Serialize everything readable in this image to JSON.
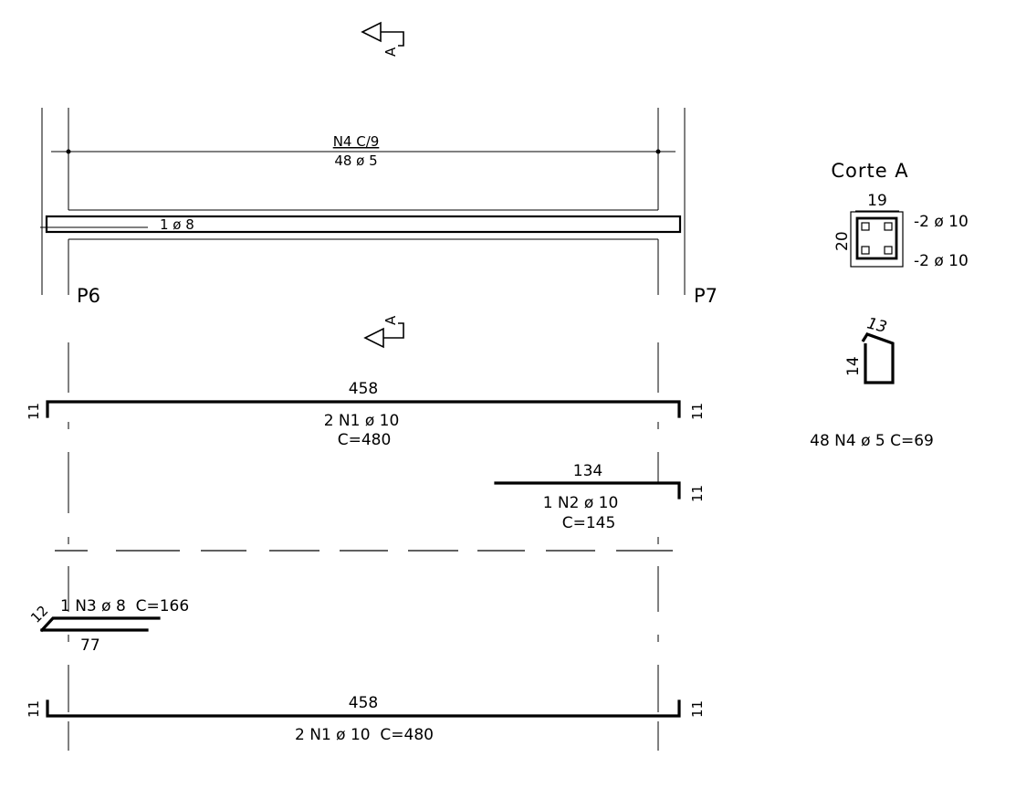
{
  "section_marker": {
    "letter": "A"
  },
  "stirrup_callout": {
    "line1": "N4 C/9",
    "line2": "48 ø 5"
  },
  "beam_bar_label": "1 ø 8",
  "pillars": {
    "left": "P6",
    "right": "P7"
  },
  "section": {
    "title": "Corte A",
    "width": "19",
    "height": "20",
    "top_bars": "-2 ø 10",
    "bottom_bars": "-2 ø 10"
  },
  "stirrup_shape": {
    "top": "13",
    "side": "14"
  },
  "stirrup_spec": "48 N4 ø 5 C=69",
  "bars": {
    "n1_top": {
      "length": "458",
      "hook_left": "11",
      "hook_right": "11",
      "spec": "2 N1 ø 10",
      "total": "C=480"
    },
    "n2": {
      "length": "134",
      "hook_right": "11",
      "spec": "1 N2 ø 10",
      "total": "C=145"
    },
    "n3": {
      "spec": "1 N3 ø 8  C=166",
      "bend": "12",
      "length": "77"
    },
    "n1_bottom": {
      "length": "458",
      "hook_left": "11",
      "hook_right": "11",
      "spec": "2 N1 ø 10  C=480"
    }
  }
}
